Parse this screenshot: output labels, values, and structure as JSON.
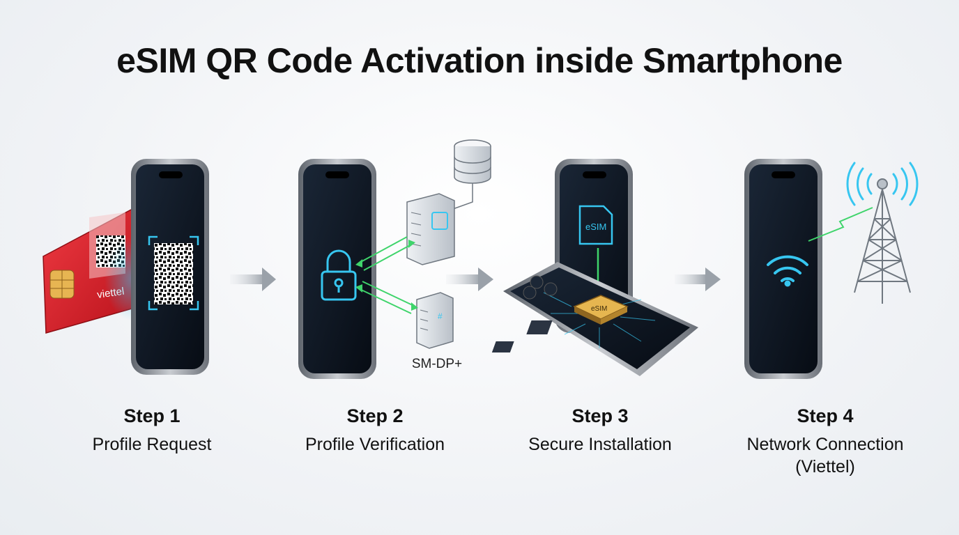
{
  "title": "eSIM QR Code Activation inside Smartphone",
  "server_label": "SM-DP+",
  "sim_brand": "viettel",
  "esim_label": "eSIM",
  "chip_label": "eSIM",
  "steps": [
    {
      "number": "Step 1",
      "label": "Profile Request",
      "label2": ""
    },
    {
      "number": "Step 2",
      "label": "Profile Verification",
      "label2": ""
    },
    {
      "number": "Step 3",
      "label": "Secure Installation",
      "label2": ""
    },
    {
      "number": "Step 4",
      "label": "Network Connection",
      "label2": "(Viettel)"
    }
  ],
  "colors": {
    "accent_cyan": "#37c6f0",
    "accent_green": "#3fd46b",
    "sim_red": "#d9202a",
    "phone_screen": "#0d1622",
    "phone_frame": "#8b9097"
  }
}
